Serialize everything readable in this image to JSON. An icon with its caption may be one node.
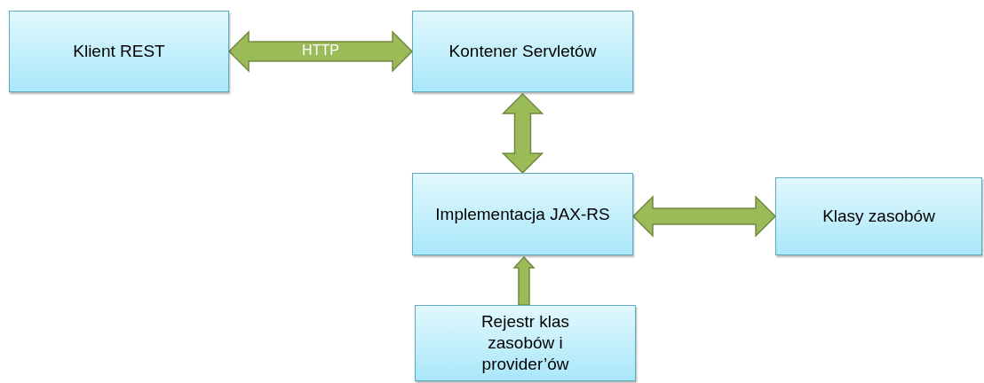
{
  "diagram": {
    "nodes": [
      {
        "text": [
          "Klient REST"
        ]
      },
      {
        "text": [
          "Kontener Servletów"
        ]
      },
      {
        "text": [
          "Implementacja JAX-RS"
        ]
      },
      {
        "text": [
          "Klasy zasobów"
        ]
      },
      {
        "text": [
          "Rejestr klas zasobów i provider’ów"
        ]
      }
    ],
    "edges": [
      {
        "from": 0,
        "to": 1,
        "arrow": "both",
        "label": "HTTP"
      },
      {
        "from": 1,
        "to": 2,
        "arrow": "both"
      },
      {
        "from": 2,
        "to": 3,
        "arrow": "both"
      },
      {
        "from": 4,
        "to": 2,
        "arrow": "to"
      }
    ]
  }
}
